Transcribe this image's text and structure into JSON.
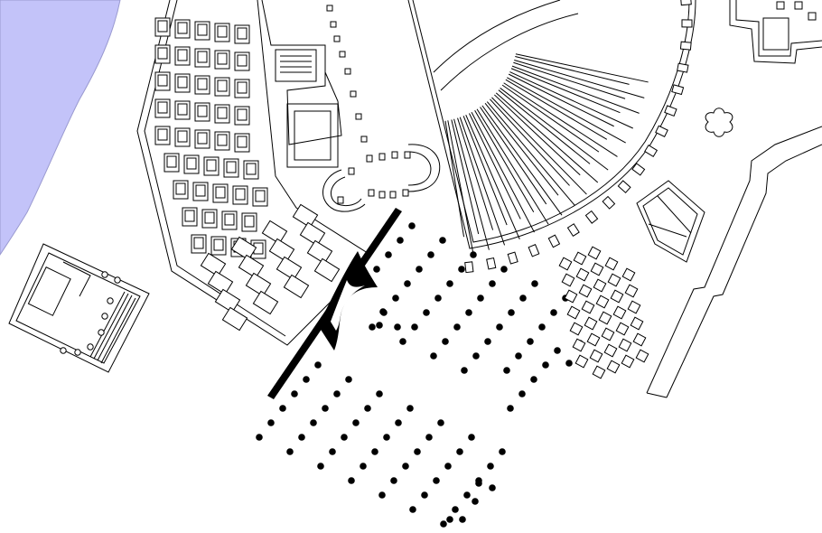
{
  "map": {
    "kind": "archaeological site plan",
    "colors": {
      "background": "#ffffff",
      "water": "#c3c3f9",
      "lines": "#000000",
      "monument": "#000000"
    },
    "features": [
      "river-water-area",
      "insula-block-west",
      "portico-courtyard",
      "semicircular-exedra",
      "theatre-cavea",
      "temple-building-left",
      "colonnade-grid-upper",
      "colonnade-grid-lower",
      "long-wall-monument",
      "shop-rows-east",
      "quay-wall-east",
      "small-shrine",
      "corner-building-top-right"
    ]
  }
}
